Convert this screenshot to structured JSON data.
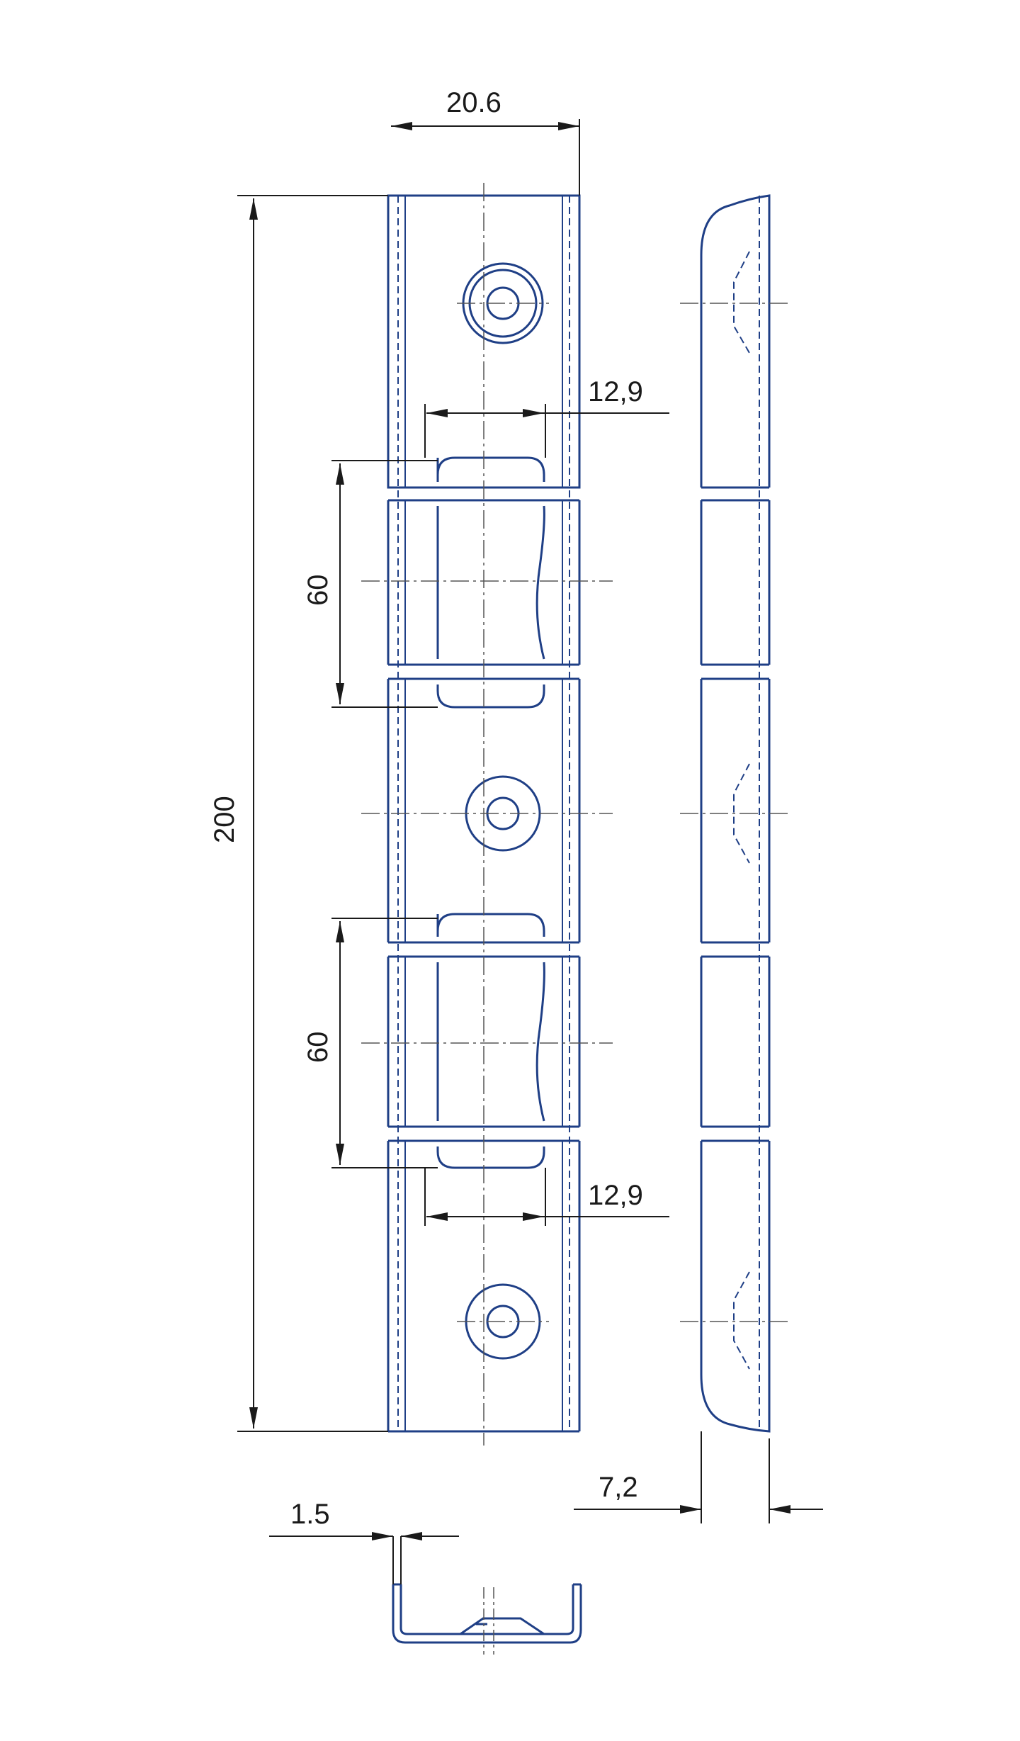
{
  "drawing": {
    "line_color": "#1f3f86",
    "dimension_color": "#1a1a1a",
    "centerline_color": "#555555",
    "dimensions": {
      "overall_width": "20.6",
      "slot_width_top": "12,9",
      "slot_height_top": "60",
      "overall_length": "200",
      "slot_height_bottom": "60",
      "slot_width_bottom": "12,9",
      "side_thickness": "7,2",
      "material_thickness": "1.5"
    }
  }
}
